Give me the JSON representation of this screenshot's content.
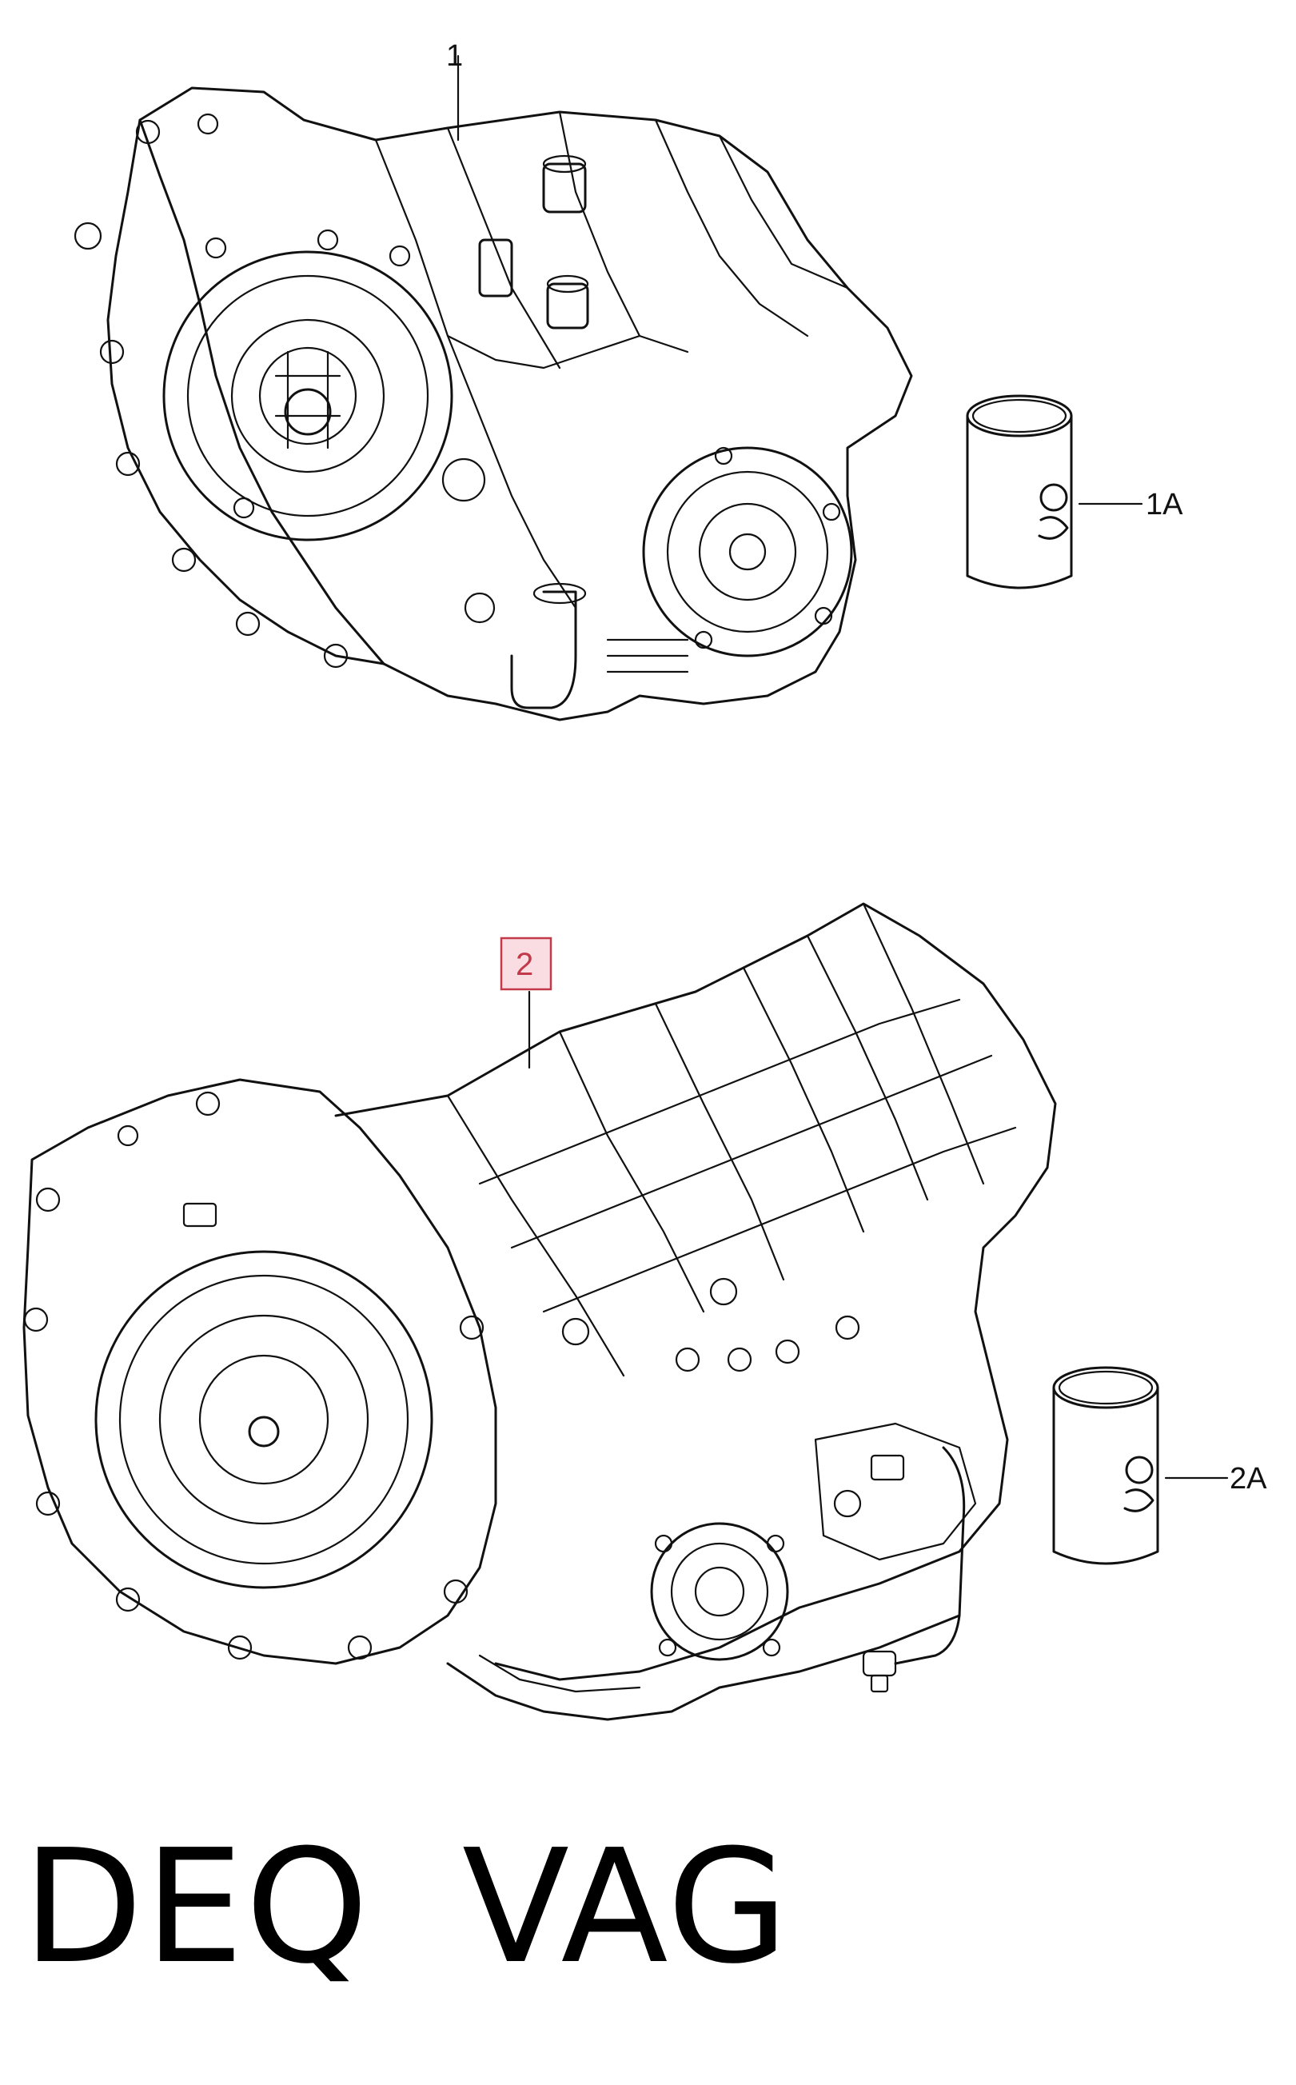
{
  "callouts": {
    "part_1": "1",
    "part_1a": "1A",
    "part_2": "2",
    "part_2a": "2A"
  },
  "highlight_color": "#c23a4a",
  "highlight_fill": "#f9dde2",
  "codes": {
    "left": "DEQ",
    "right": "VAG"
  }
}
